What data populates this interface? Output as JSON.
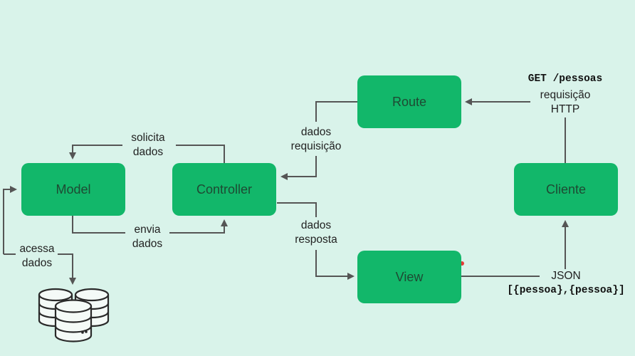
{
  "nodes": {
    "model": "Model",
    "controller": "Controller",
    "route": "Route",
    "view": "View",
    "cliente": "Cliente"
  },
  "edges": {
    "solicita": [
      "solicita",
      "dados"
    ],
    "envia": [
      "envia",
      "dados"
    ],
    "acessa": [
      "acessa",
      "dados"
    ],
    "dados_requisicao": [
      "dados",
      "requisição"
    ],
    "dados_resposta": [
      "dados",
      "resposta"
    ],
    "get_code": "GET /pessoas",
    "requisicao_http": [
      "requisição",
      "HTTP"
    ],
    "json_label": "JSON",
    "json_code": "[{pessoa},{pessoa}]"
  },
  "colors": {
    "background": "#d9f3ea",
    "box_fill": "#12b76a",
    "box_text": "#1e4a33",
    "arrow": "#555555",
    "database_stroke": "#2a2a2a",
    "marker": "#e53935"
  },
  "icons": [
    "database-icon"
  ]
}
